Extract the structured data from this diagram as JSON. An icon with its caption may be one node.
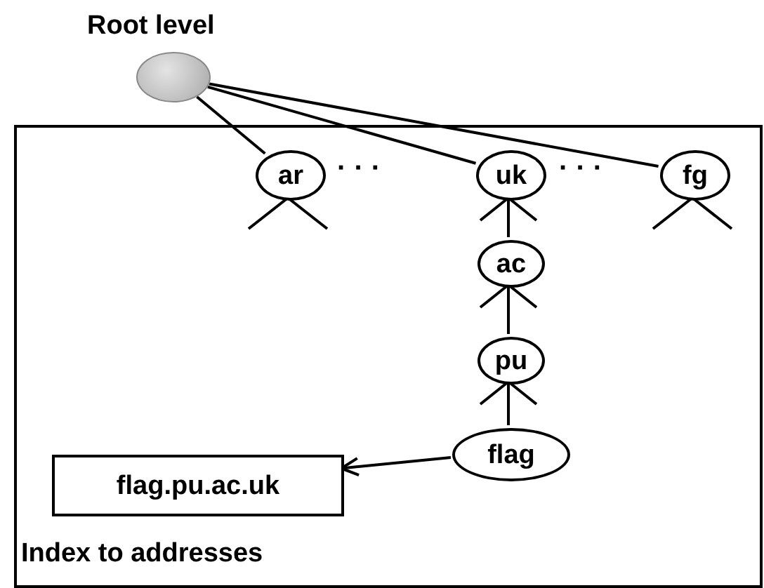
{
  "diagram": {
    "nodes": [
      {
        "text": [],
        "shape": "circle",
        "beside": [
          "Root level"
        ]
      },
      {
        "text": [
          "Index to addresses"
        ]
      },
      {
        "text": [
          "ar"
        ],
        "in": 1
      },
      {
        "text": [
          "uk"
        ],
        "in": 1
      },
      {
        "text": [
          "fg"
        ],
        "in": 1
      },
      {
        "text": [
          "ac"
        ],
        "in": 1
      },
      {
        "text": [
          "pu"
        ],
        "in": 1
      },
      {
        "text": [
          "flag"
        ],
        "in": 1
      },
      {
        "text": [
          "flag.pu.ac.uk"
        ],
        "in": 1
      }
    ],
    "edges": [
      {
        "from": 0,
        "to": 2,
        "arrow": "none"
      },
      {
        "from": 0,
        "to": 3,
        "arrow": "none"
      },
      {
        "from": 0,
        "to": 4,
        "arrow": "none"
      },
      {
        "from": 5,
        "to": 3,
        "arrow": "to"
      },
      {
        "from": 6,
        "to": 5,
        "arrow": "to"
      },
      {
        "from": 7,
        "to": 6,
        "arrow": "to"
      },
      {
        "from": 7,
        "to": 8,
        "arrow": "to"
      }
    ],
    "labels": [
      "· · ·",
      "· · ·"
    ]
  }
}
